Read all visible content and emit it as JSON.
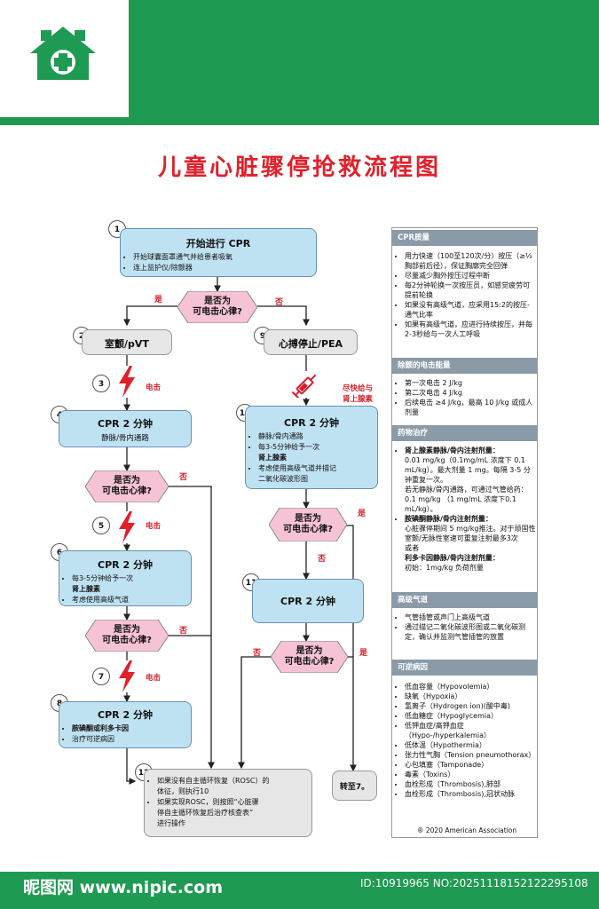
{
  "title": "儿童心脏骤停抢救流程图",
  "steps": {
    "s1": {
      "num": "1",
      "title": "开始进行 CPR",
      "items": [
        "开始球囊面罩通气并给患者吸氧",
        "连上监护仪/除颤器"
      ]
    },
    "s2": {
      "num": "2",
      "title": "室颤/pVT"
    },
    "s3": {
      "num": "3",
      "shock": "电击"
    },
    "s4": {
      "num": "4",
      "title": "CPR 2 分钟",
      "items": [
        "静脉/骨内通路"
      ]
    },
    "s5": {
      "num": "5",
      "shock": "电击"
    },
    "s6": {
      "num": "6",
      "title": "CPR 2 分钟",
      "items": [
        "每3-5分钟给予一次",
        "肾上腺素",
        "考虑使用高级气道"
      ]
    },
    "s7": {
      "num": "7",
      "shock": "电击"
    },
    "s8": {
      "num": "8",
      "title": "CPR 2 分钟",
      "items": [
        "胺碘酮或利多卡因",
        "治疗可逆病因"
      ]
    },
    "s9": {
      "num": "9",
      "title": "心搏停止/PEA"
    },
    "s9b": {
      "label1": "尽快给与",
      "label2": "肾上腺素"
    },
    "s10": {
      "num": "10",
      "title": "CPR 2 分钟",
      "items": [
        "静脉/骨内通路",
        "每3-5分钟给予一次",
        "肾上腺素",
        "考虑使用高级气道并描记",
        "二氧化碳波形图"
      ]
    },
    "s11": {
      "num": "11",
      "title": "CPR 2 分钟"
    },
    "s12": {
      "num": "12",
      "items": [
        "如果没有自主循环恢复（ROSC）的",
        "体征，则执行10",
        "如果实现ROSC，则按照“心脏骤",
        "停自主循环恢复后治疗核查表”",
        "进行操作"
      ]
    },
    "goto7": "转至7。"
  },
  "decision": {
    "line1": "是否为",
    "line2": "可电击心律?",
    "yes": "是",
    "no": "否"
  },
  "panel": {
    "cpr_quality": {
      "title": "CPR质量",
      "items": [
        "用力快速（100至120次/分）按压（≥⅓胸部前后径），保证胸廓完全回弹",
        "尽量减少胸外按压过程中断",
        "每2分钟轮换一次按压员，如感觉疲劳可提前轮换",
        "如果没有高级气道，应采用15:2的按压-通气比率",
        "如果有高级气道，应进行持续按压，并每2-3秒给与一次人工呼吸"
      ]
    },
    "shock_energy": {
      "title": "除颤的电击能量",
      "items": [
        "第一次电击 2 J/kg",
        "第二次电击 4 J/kg",
        "后续电击 ≥4 J/kg，最高 10 J/kg 或成人剂量"
      ]
    },
    "drug": {
      "title": "药物治疗",
      "items": [
        "肾上腺素静脉/骨内注射剂量：",
        "0.01 mg/kg（0.1mg/mL 浓度下 0.1 mL/kg）。最大剂量 1 mg。每隔 3-5 分钟重复一次。",
        "若无静脉/骨内通路，可通过气管给药：0.1 mg/kg （1 mg/mL 浓度下0.1 mL/kg）。",
        "胺碘酮静脉/骨内注射剂量：",
        "心脏骤停期间 5 mg/kg推注。对于顽固性室颤/无脉性室速可重复注射最多3次",
        "或者",
        "利多卡因静脉/骨内注射剂量：",
        "初始：1mg/kg 负荷剂量"
      ]
    },
    "airway": {
      "title": "高级气道",
      "items": [
        "气管插管或声门上高级气道",
        "通过描记二氧化碳波形图或二氧化碳测定，确认并监测气管插管的放置"
      ]
    },
    "reversible": {
      "title": "可逆病因",
      "items": [
        "低血容量（Hypovolemia）",
        "缺氧（Hypoxia）",
        "氢离子（Hydrogen ion)(酸中毒)",
        "低血糖症（Hypoglycemia）",
        "低钾血症/高钾血症（Hypo-/hyperkalemia）",
        "低体温（Hypothermia）",
        "张力性气胸（Tension pneumothorax）",
        "心包填塞（Tamponade）",
        "毒素（Toxins）",
        "血栓形成（Thrombosis),肺部",
        "血栓形成（Thrombosis),冠状动脉"
      ]
    }
  },
  "copyright": "® 2020 American Association",
  "footer": {
    "logo": "昵图网 www.nipic.com",
    "id": "ID:10919965 NO:20251118152122295108"
  },
  "colors": {
    "green": "#1f9a52",
    "red": "#d6202a",
    "box": "#bfe2f3",
    "gray": "#e6e6e6",
    "diamond": "#f6c3d6"
  },
  "icons": [
    "house-medical-logo-icon",
    "lightning-bolt-icon",
    "syringe-icon"
  ]
}
